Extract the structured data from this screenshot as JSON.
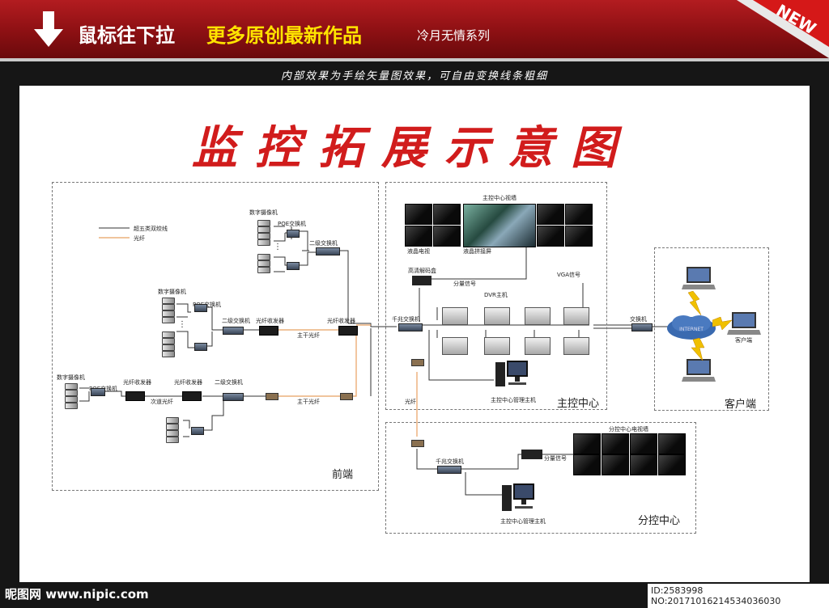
{
  "banner": {
    "scroll_hint": "鼠标往下拉",
    "headline": "更多原创最新作品",
    "series": "冷月无情系列",
    "badge": "NEW"
  },
  "subtitle": "内部效果为手绘矢量图效果，可自由变换线条粗细",
  "title": "监控拓展示意图",
  "legend": {
    "twisted_pair": "超五类双绞线",
    "fiber": "光纤"
  },
  "front": {
    "section": "前端",
    "digital_camera": "数字摄像机",
    "poe_switch": "POE交换机",
    "sec_switch": "二级交换机",
    "fiber_transceiver": "光纤收发器",
    "main_fiber": "主干光纤",
    "branch_fiber": "次道光纤"
  },
  "main": {
    "section": "主控中心",
    "video_wall": "主控中心视墙",
    "lcd_tv": "液晶电视",
    "lcd_splice": "液晶拼接屏",
    "hd_decoder": "高清解码盒",
    "component_signal": "分量信号",
    "vga_signal": "VGA信号",
    "dvr_host": "DVR主机",
    "gigabit_switch": "千兆交换机",
    "fiber": "光纤",
    "mgmt_host": "主控中心管理主机"
  },
  "client": {
    "section": "客户端",
    "switch": "交换机",
    "client_label": "客户端",
    "internet": "INTERNET"
  },
  "branch": {
    "section": "分控中心",
    "video_wall": "分控中心电视墙",
    "gigabit_switch": "千兆交换机",
    "component_signal": "分量信号",
    "mgmt_host": "主控中心管理主机"
  },
  "footer": {
    "site": "昵图网 www.nipic.com",
    "id_text": "ID:2583998 NO:20171016214534036030"
  },
  "colors": {
    "banner_red": "#b31c20",
    "title_red": "#d11c1c",
    "headline_yellow": "#ffe400",
    "fiber_orange": "#e8a060"
  }
}
